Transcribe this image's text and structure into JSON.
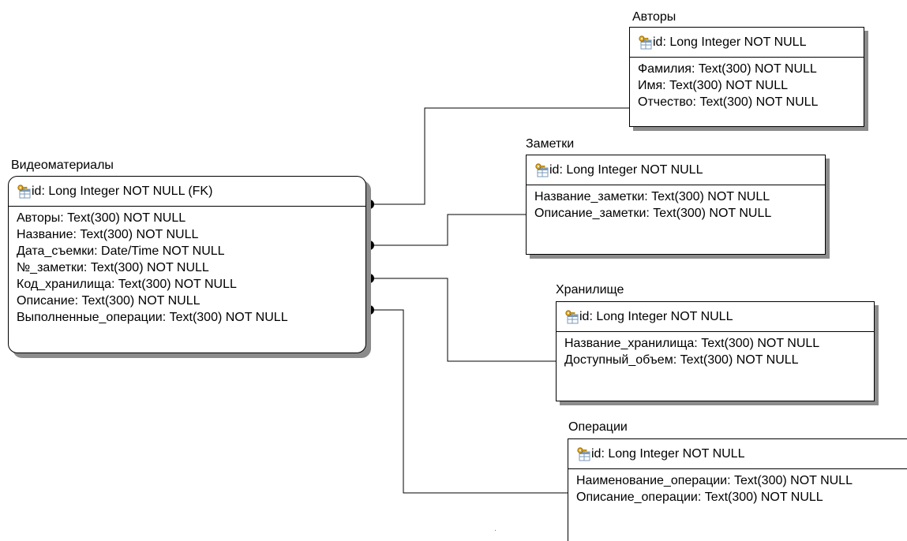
{
  "entities": {
    "video": {
      "title": "Видеоматериалы",
      "pk": "id: Long Integer NOT NULL (FK)",
      "attributes": [
        "Авторы: Text(300) NOT NULL",
        "Название: Text(300) NOT NULL",
        "Дата_съемки: Date/Time NOT NULL",
        "№_заметки: Text(300) NOT NULL",
        "Код_хранилища: Text(300) NOT NULL",
        "Описание: Text(300) NOT NULL",
        "Выполненные_операции: Text(300) NOT NULL"
      ]
    },
    "authors": {
      "title": "Авторы",
      "pk": "id: Long Integer NOT NULL",
      "attributes": [
        "Фамилия:  Text(300) NOT NULL",
        "Имя: Text(300) NOT NULL",
        "Отчество: Text(300) NOT NULL"
      ]
    },
    "notes": {
      "title": "Заметки",
      "pk": "id: Long Integer NOT NULL",
      "attributes": [
        "Название_заметки: Text(300) NOT NULL",
        "Описание_заметки: Text(300) NOT NULL"
      ]
    },
    "storage": {
      "title": "Хранилище",
      "pk": "id: Long Integer NOT NULL",
      "attributes": [
        "Название_хранилища: Text(300) NOT NULL",
        "Доступный_объем: Text(300) NOT NULL"
      ]
    },
    "operations": {
      "title": "Операции",
      "pk": "id: Long Integer NOT NULL",
      "attributes": [
        "Наименование_операции: Text(300) NOT NULL",
        "Описание_операции: Text(300) NOT NULL"
      ]
    }
  },
  "icons": {
    "primary_key": "key-table-icon"
  },
  "colors": {
    "line": "#000000",
    "shadow": "#8c8c8c",
    "key_gold": "#e8b020",
    "key_table": "#7a9ab8"
  }
}
